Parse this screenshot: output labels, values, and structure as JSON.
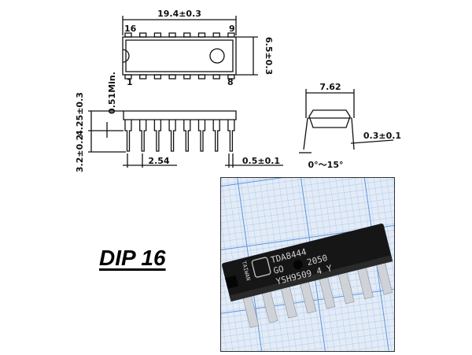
{
  "title": "DIP 16",
  "drawing": {
    "length": "19.4±0.3",
    "width": "6.5±0.3",
    "pin_first_top": "16",
    "pin_last_top": "9",
    "pin_first_bottom": "1",
    "pin_last_bottom": "8",
    "standoff": "0.51Min.",
    "body_height": "4.25±0.3",
    "lead_length": "3.2±0.2",
    "pitch": "2.54",
    "lead_width": "0.5±0.1",
    "row_spacing": "7.62",
    "lead_thickness": "0.3±0.1",
    "lead_angle": "0°～15°"
  },
  "photo": {
    "marking_line1": "TDA8444",
    "marking_line2a": "GO",
    "marking_line2b": "2050",
    "marking_line3": "YSH9509 4 Y",
    "origin": "TAIWAN",
    "grid_color": "#6fa3e0",
    "paper_color": "#dfe8f5",
    "chip_color": "#161616"
  }
}
